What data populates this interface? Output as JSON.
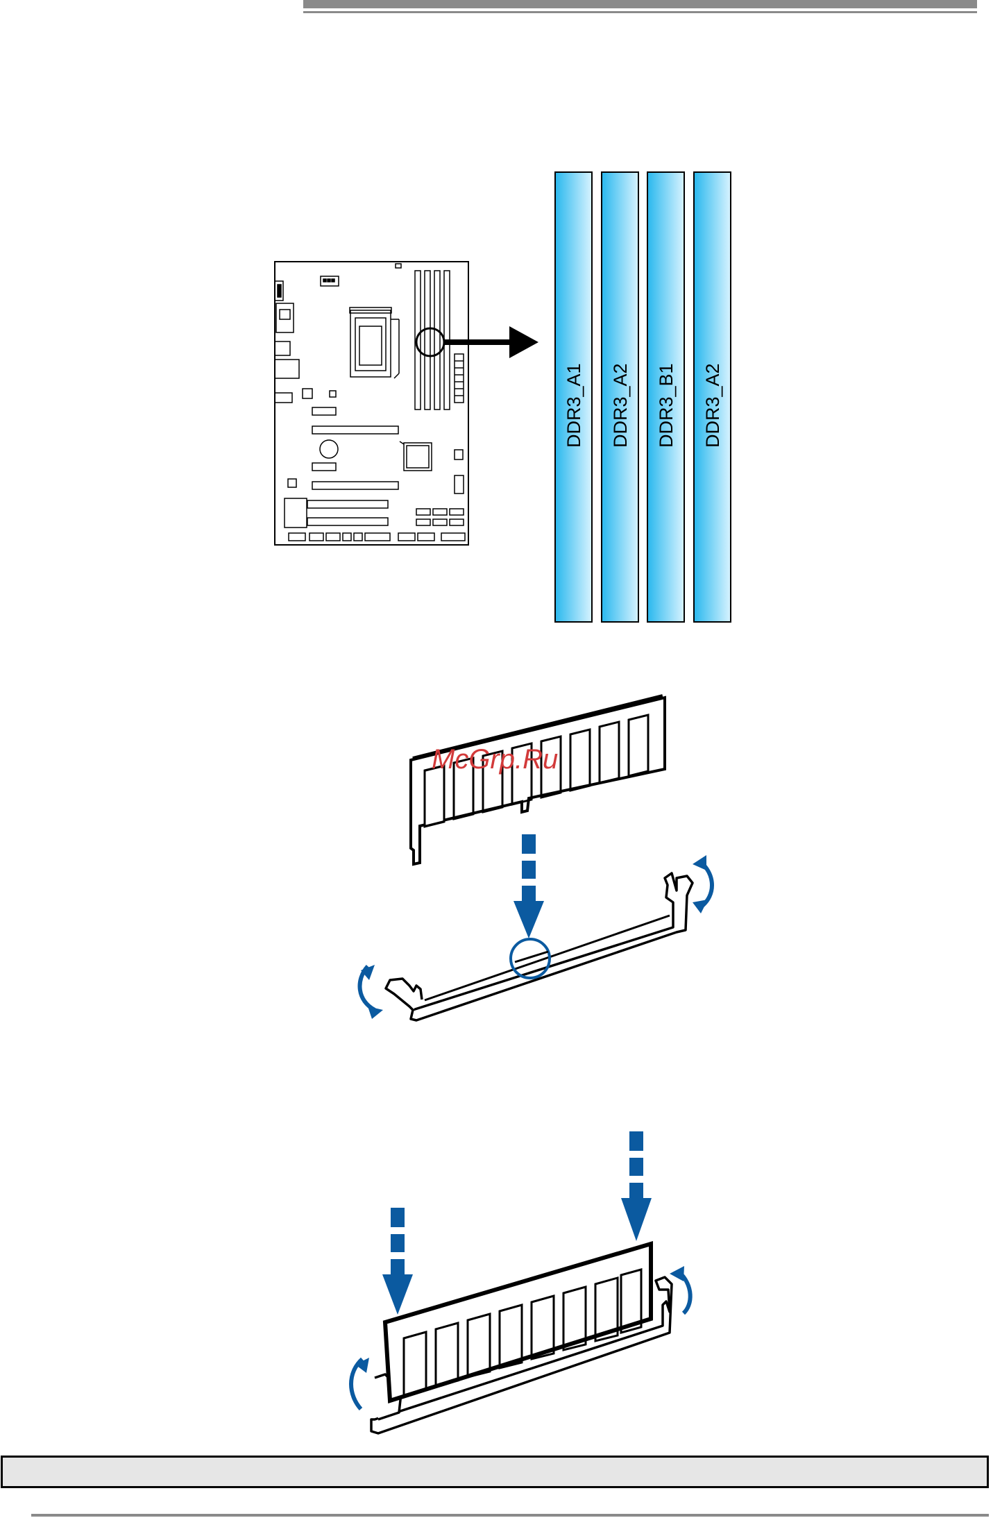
{
  "slots": [
    {
      "label": "DDR3_A1"
    },
    {
      "label": "DDR3_A2"
    },
    {
      "label": "DDR3_B1"
    },
    {
      "label": "DDR3_A2"
    }
  ],
  "watermark": "McGrp.Ru",
  "colors": {
    "slot_fill_dark": "#29b8ee",
    "slot_fill_light": "#d8f3ff",
    "accent_blue": "#0b5aa0",
    "rule_gray": "#8a8a8a",
    "note_bar_fill": "#e6e6e6"
  }
}
